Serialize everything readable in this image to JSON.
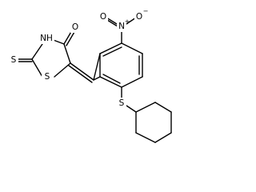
{
  "molecule": {
    "atoms": {
      "s_ring": "S",
      "s_thione": "S",
      "nh": "NH",
      "o_carbonyl": "O",
      "n_nitro": "N",
      "plus": "+",
      "o_nitro_left": "O",
      "o_nitro_right": "O",
      "minus": "−",
      "s_thioether": "S"
    }
  }
}
